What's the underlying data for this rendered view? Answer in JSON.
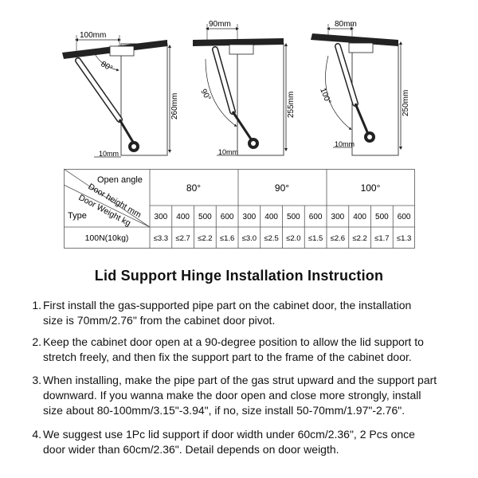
{
  "diagrams": [
    {
      "width_label": "100mm",
      "angle_label": "80°",
      "height_label": "260mm",
      "offset_label": "10mm"
    },
    {
      "width_label": "90mm",
      "angle_label": "90°",
      "height_label": "255mm",
      "offset_label": "10mm"
    },
    {
      "width_label": "80mm",
      "angle_label": "100°",
      "height_label": "250mm",
      "offset_label": "10mm"
    }
  ],
  "table": {
    "header_open_angle": "Open angle",
    "header_door_height": "Door height mm",
    "header_door_weight": "Door Weight kg",
    "header_type": "Type",
    "angles": [
      "80°",
      "90°",
      "100°"
    ],
    "door_heights": [
      "300",
      "400",
      "500",
      "600",
      "300",
      "400",
      "500",
      "600",
      "300",
      "400",
      "500",
      "600"
    ],
    "row_label": "100N(10kg)",
    "row_values": [
      "≤3.3",
      "≤2.7",
      "≤2.2",
      "≤1.6",
      "≤3.0",
      "≤2.5",
      "≤2.0",
      "≤1.5",
      "≤2.6",
      "≤2.2",
      "≤1.7",
      "≤1.3"
    ]
  },
  "heading": "Lid Support Hinge Installation Instruction",
  "steps": [
    {
      "num": "1.",
      "line1": "First install the gas-supported pipe part on the cabinet door, the  installation",
      "line2": "size is 70mm/2.76\" from the cabinet door pivot.",
      "line3": ""
    },
    {
      "num": "2.",
      "line1": "Keep the cabinet door open at a 90-degree position to allow the lid support to",
      "line2": "stretch freely, and then fix the support part to the frame of the cabinet door.",
      "line3": ""
    },
    {
      "num": "3.",
      "line1": "When installing, make the pipe part of the gas strut upward and the support part",
      "line2": "downward. If you wanna make the door open and close more strongly, install",
      "line3": "size about 80-100mm/3.15\"-3.94\", if no, size install 50-70mm/1.97\"-2.76\"."
    },
    {
      "num": "4.",
      "line1": "We suggest use 1Pc lid support if door width under 60cm/2.36\", 2 Pcs once",
      "line2": "door wider than 60cm/2.36\". Detail depends on door weigth.",
      "line3": ""
    }
  ]
}
